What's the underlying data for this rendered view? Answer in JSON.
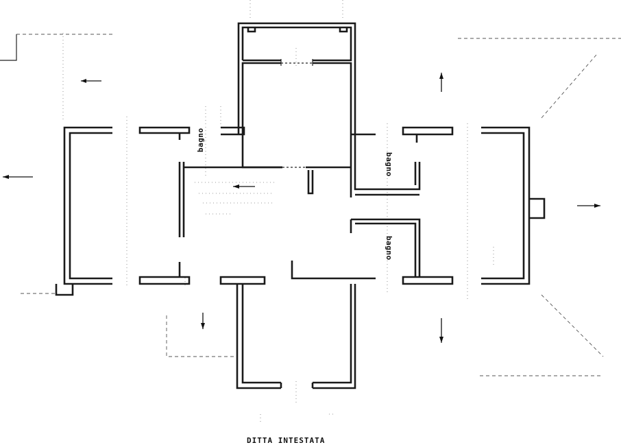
{
  "drawing": {
    "footer_label": "DITTA INTESTATA",
    "rooms": {
      "bath_left": "bagno",
      "bath_right_top": "bagno",
      "bath_right_bottom": "bagno"
    },
    "colors": {
      "ink": "#1a1a1a",
      "paper": "#ffffff"
    }
  }
}
